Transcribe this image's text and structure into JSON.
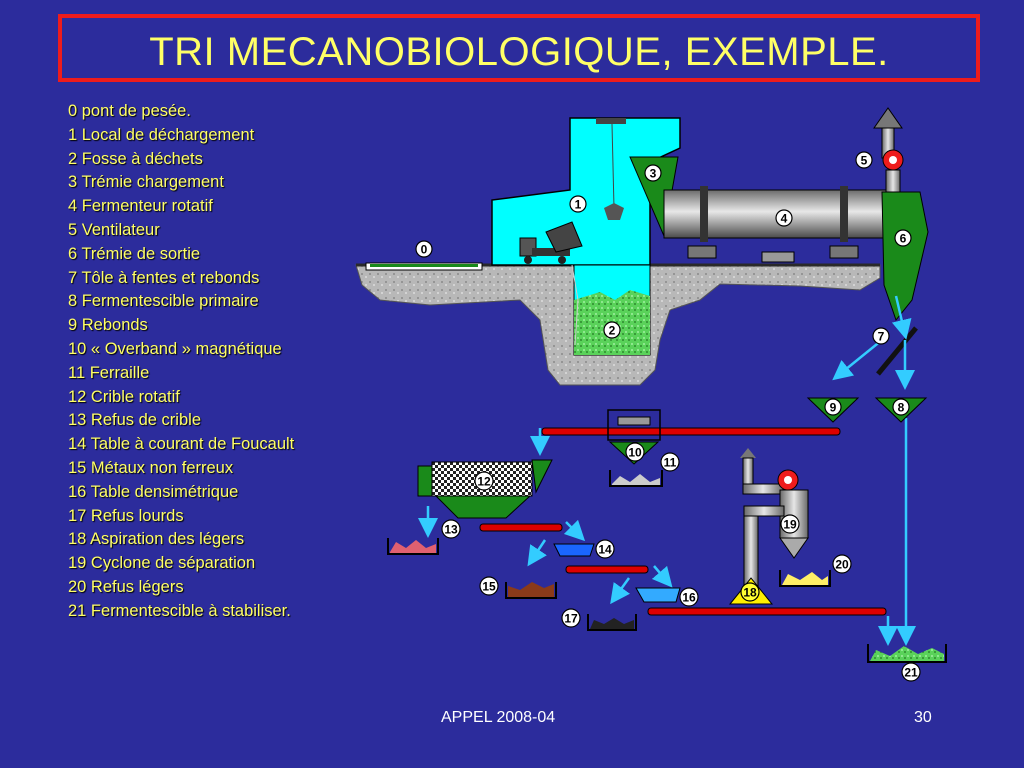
{
  "title": "TRI MECANOBIOLOGIQUE, EXEMPLE.",
  "legend": [
    "0  pont de pesée.",
    "1  Local de déchargement",
    "2  Fosse à déchets",
    "3  Trémie chargement",
    "4  Fermenteur rotatif",
    "5  Ventilateur",
    "6  Trémie de sortie",
    "7  Tôle à fentes et rebonds",
    "8  Fermentescible primaire",
    "9  Rebonds",
    "10  « Overband » magnétique",
    "11  Ferraille",
    "12  Crible rotatif",
    "13  Refus de crible",
    "14  Table à courant de Foucault",
    "15  Métaux non ferreux",
    "16  Table densimétrique",
    "17  Refus lourds",
    "18  Aspiration des légers",
    "19 Cyclone de séparation",
    "20 Refus légers",
    "21 Fermentescible à stabiliser."
  ],
  "diagram_numbers": [
    "0",
    "1",
    "2",
    "3",
    "4",
    "5",
    "6",
    "7",
    "8",
    "9",
    "10",
    "11",
    "12",
    "13",
    "14",
    "15",
    "16",
    "17",
    "18",
    "19",
    "20",
    "21"
  ],
  "footer": "APPEL 2008-04",
  "page_number": "30",
  "colors": {
    "background": "#2c2c9c",
    "title": "#ffff66",
    "title_frame": "#ee1c1c",
    "building": "#00ffff",
    "hopper": "#1a8a1a",
    "conveyor": "#dd0000",
    "arrow": "#33ccff"
  }
}
